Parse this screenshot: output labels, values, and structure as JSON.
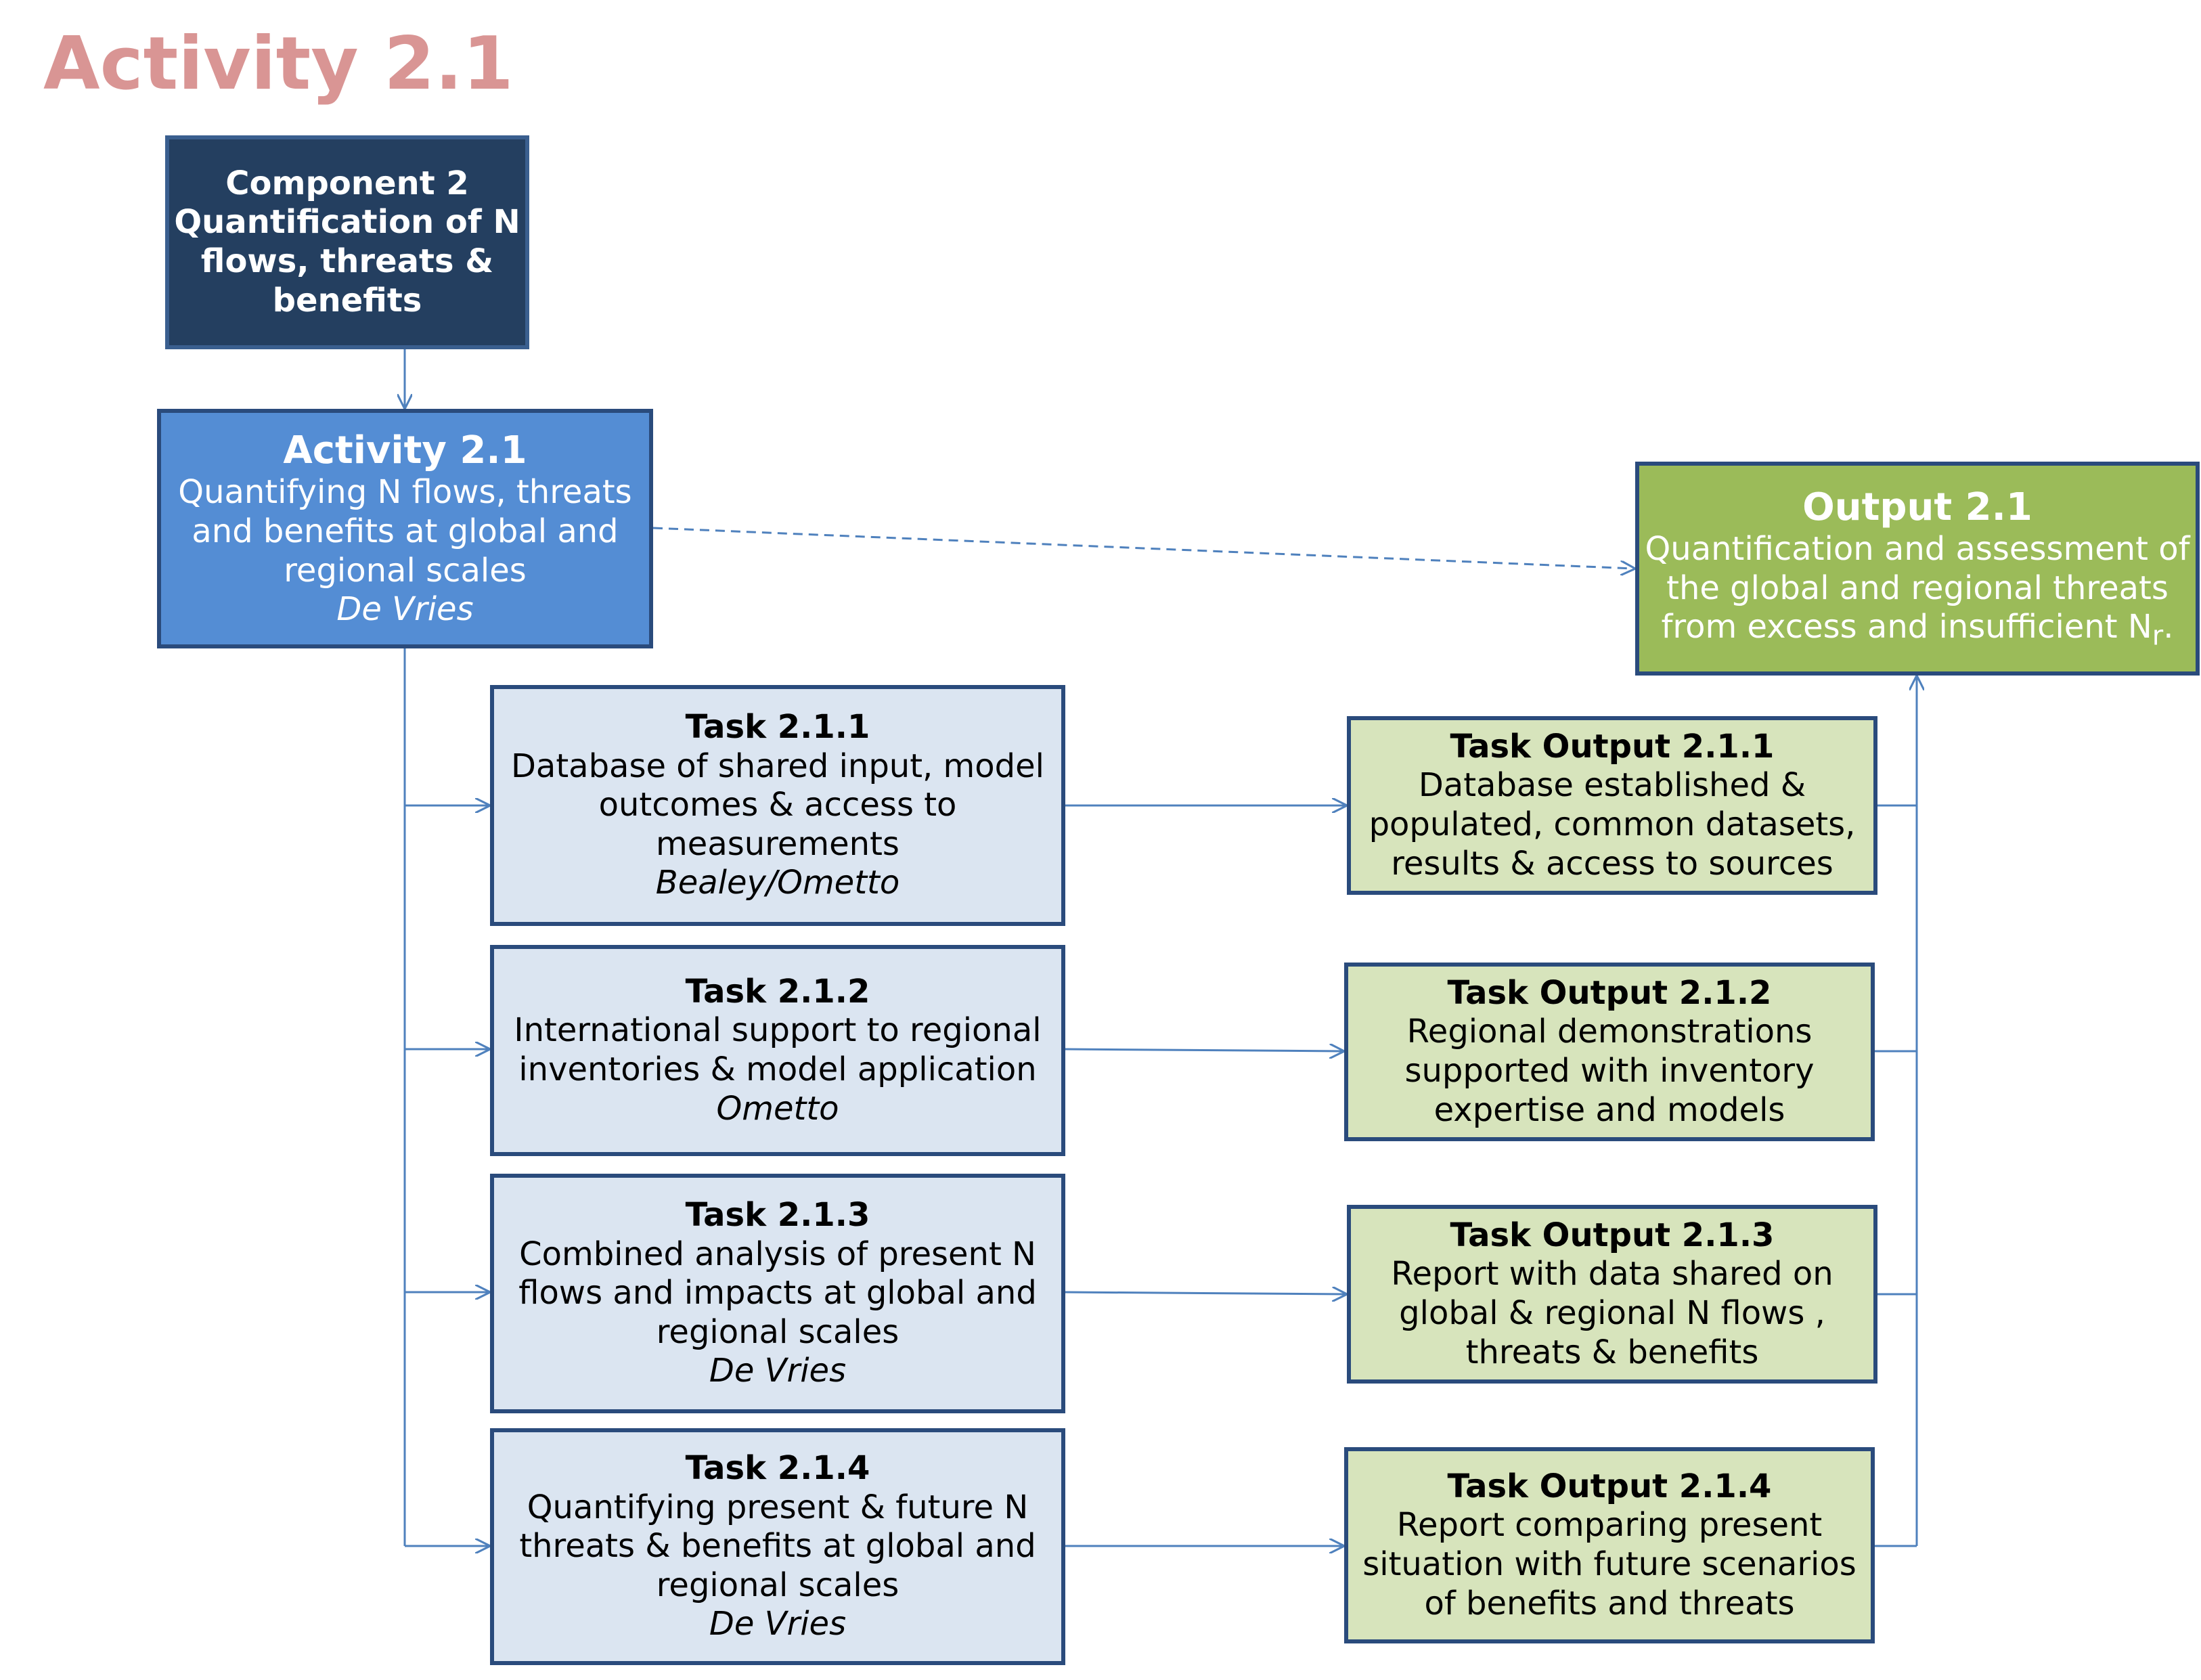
{
  "page_title": "Activity 2.1",
  "component": {
    "lines": [
      "Component 2",
      "Quantification of N",
      "flows, threats &",
      "benefits"
    ]
  },
  "activity": {
    "heading": "Activity 2.1",
    "lines": [
      "Quantifying N flows, threats",
      "and benefits at global and",
      "regional scales"
    ],
    "lead": "De Vries"
  },
  "output": {
    "heading": "Output 2.1",
    "lines": [
      "Quantification and assessment of",
      "the global and regional threats"
    ],
    "last_line": "from excess and insufficient N",
    "last_sub": "r",
    "last_end": "."
  },
  "tasks": [
    {
      "heading": "Task 2.1.1",
      "lines": [
        "Database of shared input, model",
        "outcomes & access to",
        "measurements"
      ],
      "lead": "Bealey/Ometto"
    },
    {
      "heading": "Task 2.1.2",
      "lines": [
        "International support to regional",
        "inventories & model application"
      ],
      "lead": "Ometto"
    },
    {
      "heading": "Task 2.1.3",
      "lines": [
        "Combined analysis of present N",
        "flows and impacts at global and",
        "regional scales"
      ],
      "lead": "De Vries"
    },
    {
      "heading": "Task 2.1.4",
      "lines": [
        "Quantifying present & future N",
        "threats & benefits at global and",
        "regional scales"
      ],
      "lead": "De Vries"
    }
  ],
  "task_outputs": [
    {
      "heading": "Task Output 2.1.1",
      "lines": [
        "Database established &",
        "populated, common datasets,",
        "results & access to sources"
      ]
    },
    {
      "heading": "Task Output 2.1.2",
      "lines": [
        "Regional demonstrations",
        "supported with inventory",
        "expertise and models"
      ]
    },
    {
      "heading": "Task Output 2.1.3",
      "lines": [
        "Report with data shared on",
        "global & regional N flows ,",
        "threats & benefits"
      ]
    },
    {
      "heading": "Task Output 2.1.4",
      "lines": [
        "Report comparing present",
        "situation with future scenarios",
        "of benefits and threats"
      ]
    }
  ],
  "colors": {
    "title": "#d99594",
    "component_fill": "#243f60",
    "activity_fill": "#548dd4",
    "output_fill": "#9bbb59",
    "task_fill": "#dbe5f1",
    "task_output_fill": "#d7e4bc",
    "border": "#2a4b7c",
    "connector": "#4f81bd"
  }
}
